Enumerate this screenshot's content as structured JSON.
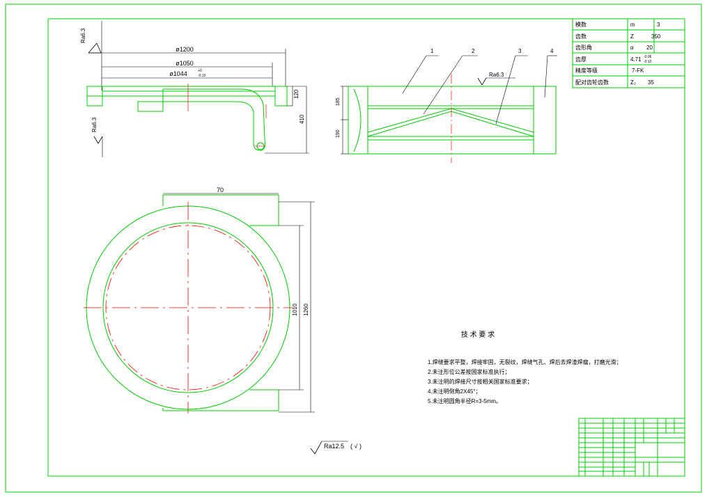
{
  "colors": {
    "outline": "#00cc00",
    "centerline": "#ff0000",
    "dimension": "#000000",
    "background": "#ffffff"
  },
  "top_view": {
    "roughness_upper": "Ra6.3",
    "roughness_lower": "Ra6.3",
    "dim_outer": "ø1200",
    "dim_middle": "ø1050",
    "dim_inner": "ø1044",
    "dim_inner_tol_upper": "+0",
    "dim_inner_tol_lower": "-0.10",
    "dim_height_1": "120",
    "dim_height_2": "410"
  },
  "side_view": {
    "callouts": [
      "1",
      "2",
      "3",
      "4"
    ],
    "roughness": "Ra6.3",
    "dim_upper": "185",
    "dim_lower": "190"
  },
  "plan_view": {
    "dim_width": "70",
    "dim_inner_dia": "1010",
    "dim_outer_dia": "1260"
  },
  "gear_table": {
    "rows": [
      {
        "label": "模数",
        "symbol": "m",
        "value": "3"
      },
      {
        "label": "齿数",
        "symbol": "Z",
        "value": "350"
      },
      {
        "label": "齿形角",
        "symbol": "α",
        "value": "20"
      },
      {
        "label": "齿厚",
        "symbol": "",
        "value": "4.71",
        "tol_upper": "-0.06",
        "tol_lower": "-0.10"
      },
      {
        "label": "精度等级",
        "symbol": "",
        "value": "7-FK"
      },
      {
        "label": "配对齿轮齿数",
        "symbol": "Z₂",
        "value": "35"
      }
    ]
  },
  "technical_requirements": {
    "title": "技 术 要 求",
    "items": [
      "1.焊缝要求平整，焊接牢固，无裂纹，焊缝气孔、焊后去焊渣焊瘤，打磨光滑；",
      "2.未注形位公差按国家标准执行；",
      "3.未注明的焊接尺寸按相关国家标准要求；",
      "4.未注明倒角2X45°；",
      "5.未注明圆角半径R=3-5mm。"
    ]
  },
  "surface_finish_note": {
    "value": "Ra12.5",
    "paren": "( √ )"
  }
}
